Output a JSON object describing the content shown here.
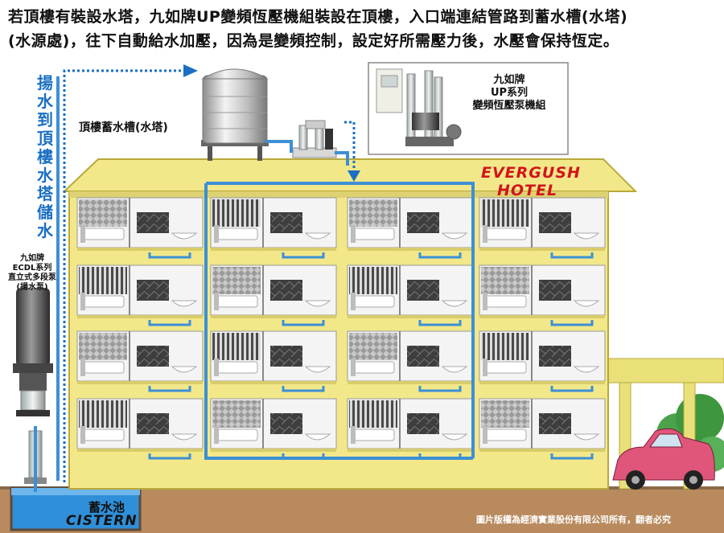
{
  "header": {
    "line1": "若頂樓有裝設水塔，九如牌UP變頻恆壓機組裝設在頂樓，入口端連結管路到蓄水槽(水塔)",
    "line2": "(水源處)，往下自動給水加壓，因為是變頻控制，設定好所需壓力後，水壓會保持恆定。"
  },
  "labels": {
    "pump_up_chars": [
      "揚",
      "水",
      "到",
      "頂",
      "樓",
      "水",
      "塔",
      "儲",
      "水"
    ],
    "rooftop_tank": "頂樓蓄水槽(水塔)",
    "up_unit_line1": "九如牌",
    "up_unit_line2": "UP系列",
    "up_unit_line3": "變頻恆壓泵機組",
    "ecdl_line1": "九如牌",
    "ecdl_line2": "ECDL系列",
    "ecdl_line3": "直立式多段泵",
    "ecdl_line4": "(揚水泵)",
    "hotel_line1": "EVERGUSH",
    "hotel_line2": "HOTEL",
    "cistern_cn": "蓄水池",
    "cistern_en": "CISTERN",
    "copyright": "圖片版權為經濟實業股份有限公司所有，翻者必究"
  },
  "colors": {
    "building": "#f2e88a",
    "building_edge": "#b8a93a",
    "water_pipe": "#3d8fd6",
    "flow_arrow": "#1a6fc4",
    "ground": "#b98a5e",
    "cistern_water": "#2f8fd8",
    "hotel_sign": "#d2141c",
    "car": "#e0557a",
    "tree": "#4aa24a"
  }
}
